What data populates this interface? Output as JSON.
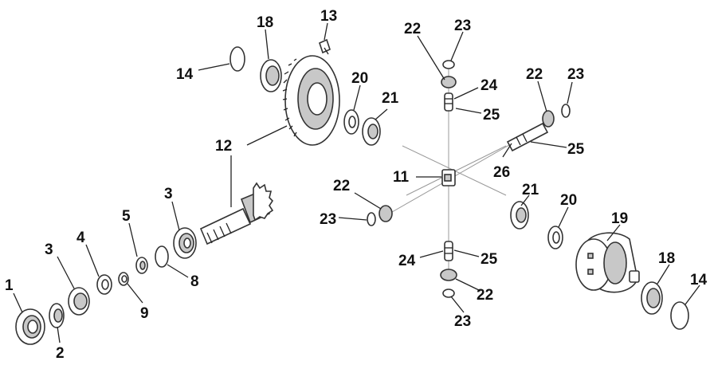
{
  "diagram": {
    "callouts": [
      {
        "id": "c1",
        "text": "1"
      },
      {
        "id": "c2",
        "text": "2"
      },
      {
        "id": "c3a",
        "text": "3"
      },
      {
        "id": "c3b",
        "text": "3"
      },
      {
        "id": "c4",
        "text": "4"
      },
      {
        "id": "c5",
        "text": "5"
      },
      {
        "id": "c8",
        "text": "8"
      },
      {
        "id": "c9",
        "text": "9"
      },
      {
        "id": "c11",
        "text": "11"
      },
      {
        "id": "c12",
        "text": "12"
      },
      {
        "id": "c13",
        "text": "13"
      },
      {
        "id": "c14a",
        "text": "14"
      },
      {
        "id": "c14b",
        "text": "14"
      },
      {
        "id": "c18a",
        "text": "18"
      },
      {
        "id": "c18b",
        "text": "18"
      },
      {
        "id": "c19",
        "text": "19"
      },
      {
        "id": "c20a",
        "text": "20"
      },
      {
        "id": "c20b",
        "text": "20"
      },
      {
        "id": "c21a",
        "text": "21"
      },
      {
        "id": "c21b",
        "text": "21"
      },
      {
        "id": "c22a",
        "text": "22"
      },
      {
        "id": "c22b",
        "text": "22"
      },
      {
        "id": "c22c",
        "text": "22"
      },
      {
        "id": "c22d",
        "text": "22"
      },
      {
        "id": "c23a",
        "text": "23"
      },
      {
        "id": "c23b",
        "text": "23"
      },
      {
        "id": "c23c",
        "text": "23"
      },
      {
        "id": "c23d",
        "text": "23"
      },
      {
        "id": "c24a",
        "text": "24"
      },
      {
        "id": "c24b",
        "text": "24"
      },
      {
        "id": "c25a",
        "text": "25"
      },
      {
        "id": "c25b",
        "text": "25"
      },
      {
        "id": "c25c",
        "text": "25"
      },
      {
        "id": "c26",
        "text": "26"
      }
    ]
  }
}
